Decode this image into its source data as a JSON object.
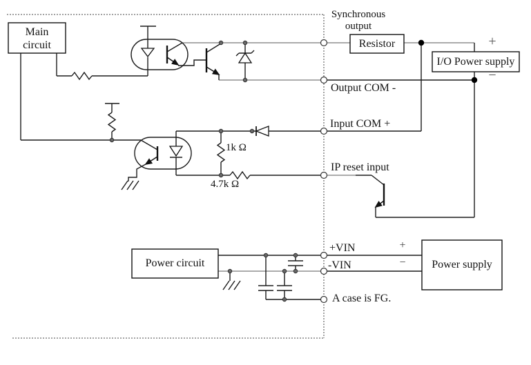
{
  "meta": {
    "bg_color": "#ffffff",
    "wire_color": "#1a1a1a",
    "rail_grey_color": "#8f8f8f",
    "dash_border_color": "#444444"
  },
  "boxes": {
    "main_circuit": {
      "line1": "Main",
      "line2": "circuit"
    },
    "resistor": {
      "label": "Resistor"
    },
    "io_power_supply": {
      "label": "I/O Power supply"
    },
    "power_circuit": {
      "label": "Power circuit"
    },
    "power_supply": {
      "label": "Power supply"
    }
  },
  "terminals": {
    "synchronous_output": {
      "line1": "Synchronous",
      "line2": "output"
    },
    "output_com": {
      "label": "Output COM -"
    },
    "input_com": {
      "label": "Input COM +"
    },
    "ip_reset": {
      "label": "IP reset input"
    },
    "vin_plus": {
      "label": "+VIN"
    },
    "vin_minus": {
      "label": "-VIN"
    },
    "fg": {
      "label": "A case is FG."
    }
  },
  "values": {
    "r_1k": "1k Ω",
    "r_4k7": "4.7k Ω"
  },
  "polarity": {
    "io_plus": "+",
    "io_minus": "−",
    "ps_plus": "+",
    "ps_minus": "−"
  }
}
